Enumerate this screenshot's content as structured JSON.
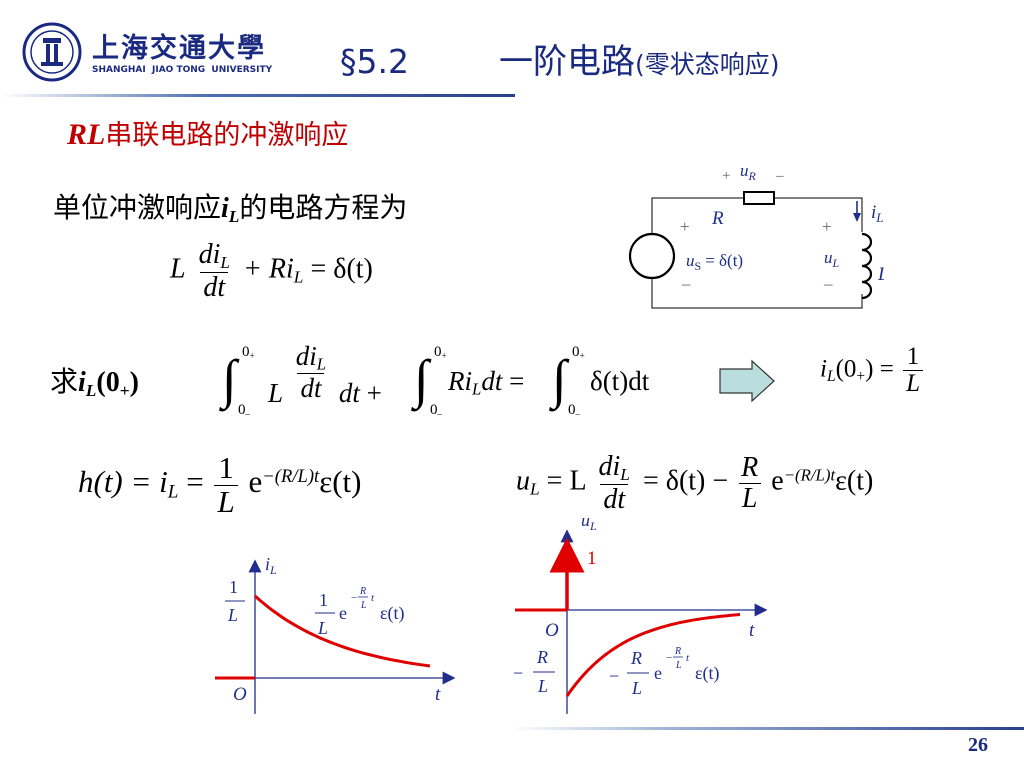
{
  "header": {
    "logo_cn": "上海交通大學",
    "logo_en": "SHANGHAI  JIAO TONG  UNIVERSITY",
    "section_no": "§5.2",
    "title_main": "一阶电路",
    "title_paren": "(零状态响应)"
  },
  "heading": {
    "rl": "RL",
    "text": "串联电路的冲激响应"
  },
  "line1": {
    "prefix": "单位冲激响应",
    "var": "i",
    "sub": "L",
    "suffix": "的电路方程为"
  },
  "line2": {
    "prefix": "求",
    "var": "i",
    "sub": "L",
    "arg": "(0",
    "argsub": "+",
    "close": ")"
  },
  "circuit": {
    "uR_plus": "+",
    "uR": "u",
    "uR_sub": "R",
    "uR_minus": "–",
    "R": "R",
    "iL": "i",
    "iL_sub": "L",
    "src_plus": "+",
    "src_minus": "–",
    "us": "u",
    "us_sub": "S",
    "us_eq": "= δ(t)",
    "uL_plus": "+",
    "uL": "u",
    "uL_sub": "L",
    "uL_minus": "–",
    "L": "L"
  },
  "eq1": {
    "L": "L",
    "num": "di",
    "num_sub": "L",
    "den": "dt",
    "plus_Ri": "+ Ri",
    "Ri_sub": "L",
    "rhs": "= δ(t)"
  },
  "eq2": {
    "lim_upper": "0",
    "lim_upper_sub": "+",
    "lim_lower": "0",
    "lim_lower_sub": "–",
    "L": "L",
    "num": "di",
    "num_sub": "L",
    "den": "dt",
    "dt": "dt",
    "plus": "+",
    "Ri": "Ri",
    "Ri_sub": "L",
    "Ri_dt": "dt",
    "eq": "=",
    "rhs": "δ(t)dt"
  },
  "eq3": {
    "lhs": "i",
    "lhs_sub": "L",
    "arg": "(0",
    "arg_sub": "+",
    "close": ") =",
    "num": "1",
    "den": "L"
  },
  "eq4": {
    "lhs": "h(t) = i",
    "lhs_sub": "L",
    "eq": "=",
    "num": "1",
    "den": "L",
    "e": "e",
    "exp": "−(R/L)t",
    "eps": "ε(t)"
  },
  "eq5": {
    "lhs": "u",
    "lhs_sub": "L",
    "eq": "= L",
    "num": "di",
    "num_sub": "L",
    "den": "dt",
    "mid": "= δ(t) −",
    "fnum": "R",
    "fden": "L",
    "e": "e",
    "exp": "−(R/L)t",
    "eps": "ε(t)"
  },
  "graph1": {
    "ylabel": "i",
    "ylabel_sub": "L",
    "y_tick_num": "1",
    "y_tick_den": "L",
    "origin": "O",
    "xlabel": "t",
    "curve_coef_num": "1",
    "curve_coef_den": "L",
    "curve_e": "e",
    "curve_exp_minus": "−",
    "curve_exp_num": "R",
    "curve_exp_den": "L",
    "curve_exp_t": "t",
    "curve_eps": "ε(t)"
  },
  "graph2": {
    "ylabel": "u",
    "ylabel_sub": "L",
    "impulse_label": "1",
    "origin": "O",
    "xlabel": "t",
    "y_tick_minus": "−",
    "y_tick_num": "R",
    "y_tick_den": "L",
    "curve_minus": "−",
    "curve_coef_num": "R",
    "curve_coef_den": "L",
    "curve_e": "e",
    "curve_exp_minus": "−",
    "curve_exp_num": "R",
    "curve_exp_den": "L",
    "curve_exp_t": "t",
    "curve_eps": "ε(t)"
  },
  "page_number": "26",
  "colors": {
    "accent_red": "#c00000",
    "navy": "#1a2a80",
    "axis_blue": "#1f2e8c",
    "arrow_fill": "#b9dedd"
  }
}
